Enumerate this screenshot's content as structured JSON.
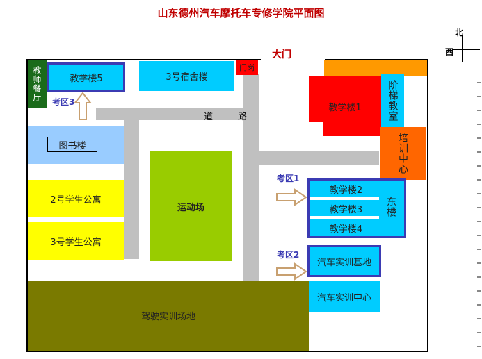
{
  "title": "山东德州汽车摩托车专修学院平面图",
  "compass": {
    "north": "北",
    "west": "西"
  },
  "gate": {
    "main": "大门",
    "side": "门岗"
  },
  "road": {
    "char1": "道",
    "char2": "路"
  },
  "buildings": {
    "teaching5": "教学楼5",
    "dorm3": "3号宿舍楼",
    "canteen": "教师餐厅",
    "library": "图书楼",
    "apt2": "2号学生公寓",
    "apt3": "3号学生公寓",
    "sports": "运动场",
    "driving": "驾驶实训场地",
    "teaching1": "教学楼1",
    "lecture": "阶梯教室",
    "training_center": "培训中心",
    "teaching2": "教学楼2",
    "teaching3": "教学楼3",
    "teaching4": "教学楼4",
    "east": "东楼",
    "auto_base": "汽车实训基地",
    "auto_center": "汽车实训中心"
  },
  "exam_areas": {
    "area1": "考区1",
    "area2": "考区2",
    "area3": "考区3"
  },
  "colors": {
    "title": "#c00000",
    "cyan": "#00ccff",
    "green": "#1a6b1a",
    "lightblue": "#99ccff",
    "yellow": "#ffff00",
    "lime": "#99cc00",
    "olive": "#7a7a00",
    "red": "#ff0000",
    "orange": "#ff9900",
    "darkorange": "#ff6600",
    "grey": "#c0c0c0",
    "examblue": "#3b3bb3",
    "arrow": "#c8a070"
  }
}
